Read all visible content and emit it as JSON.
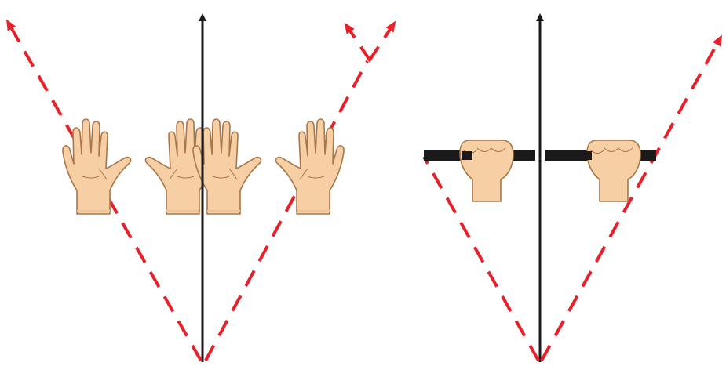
{
  "figure": {
    "panels": [
      {
        "id": "open-hands-panel",
        "description_icon": "open-palms-icon",
        "hand_count": 4
      },
      {
        "id": "grip-panel",
        "description_icon": "fist-grip-icon",
        "hand_count": 2
      }
    ],
    "colors": {
      "axis": "#1a1a1a",
      "dashed_line": "#e8202a",
      "skin": "#f6cfa4",
      "skin_stroke": "#a9764a",
      "bar": "#1a1a1a"
    }
  }
}
